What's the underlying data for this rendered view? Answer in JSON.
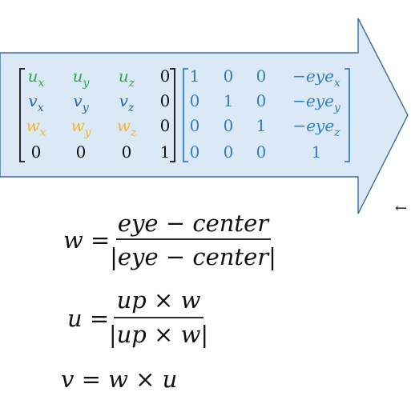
{
  "colors": {
    "arrow_fill": "#dbe8f6",
    "arrow_stroke": "#3a6aa6",
    "u_row": "#2fa84f",
    "v_row": "#1f67b1",
    "w_row": "#f2b233",
    "zero_row": "#111111",
    "translation_matrix": "#2f7fc8",
    "equation_text": "#111111"
  },
  "matrices": {
    "rotation": {
      "rows": [
        [
          {
            "base": "u",
            "sub": "x"
          },
          {
            "base": "u",
            "sub": "y"
          },
          {
            "base": "u",
            "sub": "z"
          },
          {
            "base": "0",
            "sub": ""
          }
        ],
        [
          {
            "base": "v",
            "sub": "x"
          },
          {
            "base": "v",
            "sub": "y"
          },
          {
            "base": "v",
            "sub": "z"
          },
          {
            "base": "0",
            "sub": ""
          }
        ],
        [
          {
            "base": "w",
            "sub": "x"
          },
          {
            "base": "w",
            "sub": "y"
          },
          {
            "base": "w",
            "sub": "z"
          },
          {
            "base": "0",
            "sub": ""
          }
        ],
        [
          {
            "base": "0",
            "sub": ""
          },
          {
            "base": "0",
            "sub": ""
          },
          {
            "base": "0",
            "sub": ""
          },
          {
            "base": "1",
            "sub": ""
          }
        ]
      ]
    },
    "translation": {
      "rows": [
        [
          {
            "base": "1",
            "sub": ""
          },
          {
            "base": "0",
            "sub": ""
          },
          {
            "base": "0",
            "sub": ""
          },
          {
            "base": "−eye",
            "sub": "x"
          }
        ],
        [
          {
            "base": "0",
            "sub": ""
          },
          {
            "base": "1",
            "sub": ""
          },
          {
            "base": "0",
            "sub": ""
          },
          {
            "base": "−eye",
            "sub": "y"
          }
        ],
        [
          {
            "base": "0",
            "sub": ""
          },
          {
            "base": "0",
            "sub": ""
          },
          {
            "base": "1",
            "sub": ""
          },
          {
            "base": "−eye",
            "sub": "z"
          }
        ],
        [
          {
            "base": "0",
            "sub": ""
          },
          {
            "base": "0",
            "sub": ""
          },
          {
            "base": "0",
            "sub": ""
          },
          {
            "base": "1",
            "sub": ""
          }
        ]
      ]
    }
  },
  "equations": {
    "w": {
      "lhs": "w =",
      "numerator": "eye − center",
      "denominator": "|eye − center|"
    },
    "u": {
      "lhs": "u =",
      "numerator": "up × w",
      "denominator": "|up × w|"
    },
    "v": {
      "text": "v = w × u"
    }
  },
  "side_arrow": {
    "glyph": "←"
  }
}
